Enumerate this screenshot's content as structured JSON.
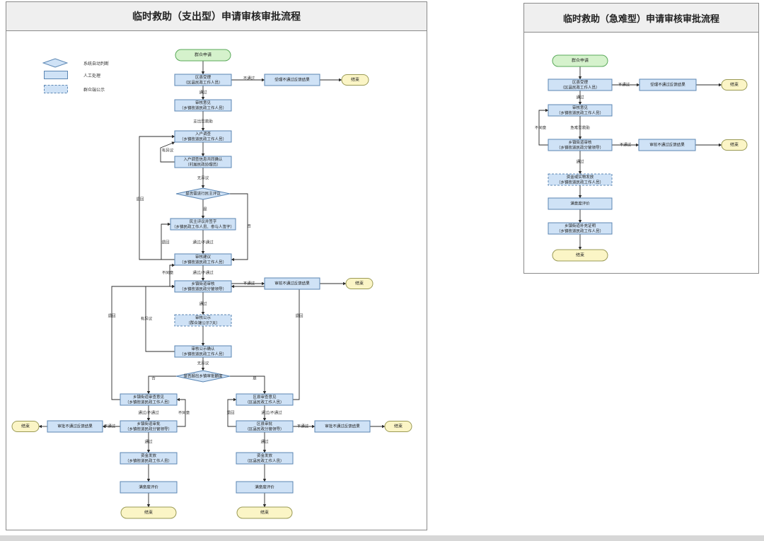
{
  "flow1": {
    "title": "临时救助（支出型）申请审核审批流程",
    "legend": {
      "diamond": "系统自动判断",
      "manual": "人工处理",
      "public": "群众端公示"
    },
    "nodes": {
      "start": "群众申请",
      "county_accept": [
        "区县受理",
        "（区县民政工作人员）"
      ],
      "reject1": "受理不通过反馈结果",
      "end1": "结束",
      "review_opinion": [
        "审核意见",
        "（乡镇街道民政工作人员）"
      ],
      "survey": [
        "入户调查",
        "（乡镇街道民政工作人员）"
      ],
      "survey_confirm": [
        "入户调查信息共同确认",
        "（村居民政协理员）"
      ],
      "decision_evaluate": "是否需进行民主评议",
      "democratic": [
        "民主评议并签字",
        "（乡镇民政工作人员、参与人签字）"
      ],
      "review_suggest": [
        "审核建议",
        "（乡镇街道民政工作人员）"
      ],
      "town_review": [
        "乡镇街道审核",
        "（乡镇街道民政分管领导）"
      ],
      "reject2": "审核不通过反馈结果",
      "end2": "结束",
      "publicity": [
        "审核公示",
        "（群众端公示7天）"
      ],
      "publicity_confirm": [
        "审核公示确认",
        "（乡镇街道民政工作人员）"
      ],
      "decision_town": "是否超出乡镇审批额度",
      "town_approve_opinion": [
        "乡镇街道审查意见",
        "（乡镇街道民政工作人员）"
      ],
      "town_approve": [
        "乡镇街道审批",
        "（乡镇街道民政分管领导）"
      ],
      "reject3": "审批不通过反馈结果",
      "end3": "结束",
      "pay_left": [
        "资金发放",
        "（乡镇街道民政工作人员）"
      ],
      "satisfaction_left": "满意度评价",
      "end_left": "结束",
      "county_opinion": [
        "区县审查意见",
        "（区县民政工作人员）"
      ],
      "county_approve": [
        "区县审批",
        "（区县民政分管领导）"
      ],
      "reject4": "审批不通过反馈结果",
      "end4": "结束",
      "pay_right": [
        "资金发放",
        "（区县民政工作人员）"
      ],
      "satisfaction_right": "满意度评价",
      "end_right": "结束"
    },
    "labels": {
      "fail": "不通过",
      "pass": "通过",
      "expense": "支出型救助",
      "objection": "有异议",
      "no_objection": "无异议",
      "yes": "是",
      "no": "否",
      "back": "退回",
      "pass_fail": "通过/不通过",
      "disagree": "不同意"
    }
  },
  "flow2": {
    "title": "临时救助（急难型）申请审核审批流程",
    "nodes": {
      "start": "群众申请",
      "county_accept": [
        "区县受理",
        "（区县民政工作人员）"
      ],
      "reject1": "受理不通过反馈结果",
      "end1": "结束",
      "review_opinion": [
        "审核意见",
        "（乡镇街道民政工作人员）"
      ],
      "town_review": [
        "乡镇街道审核",
        "（乡镇街道民政分管领导）"
      ],
      "reject2": "审核不通过反馈结果",
      "end2": "结束",
      "publicity": [
        "资金或实物发放",
        "（乡镇街道民政工作人员）"
      ],
      "satisfaction": "满意度评价",
      "supplement": [
        "乡镇街道补充证明",
        "（乡镇街道民政工作人员）"
      ],
      "end3": "结束"
    },
    "labels": {
      "fail": "不通过",
      "pass": "通过",
      "disagree": "不同意",
      "urgent": "急难型救助"
    }
  },
  "colors": {
    "process_fill": "#cfe2f6",
    "process_stroke": "#5b86b3",
    "start_fill": "#d5f2cc",
    "start_stroke": "#5aa95a",
    "end_fill": "#fbf5c6",
    "end_stroke": "#9a9a55",
    "line": "#2b2b2b"
  }
}
